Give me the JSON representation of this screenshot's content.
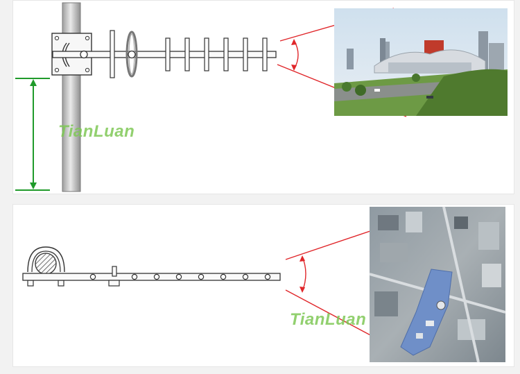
{
  "watermark": {
    "top_text": "TianLuan",
    "bottom_text": "TianLuan",
    "color": "#7fc857"
  },
  "colors": {
    "beam_line": "#e0262a",
    "height_marker": "#1f9a2a",
    "outline": "#333333",
    "pole": "#b5b5b5"
  },
  "photos": {
    "top": {
      "description_icon": "city-skyline-photo"
    },
    "bottom": {
      "description_icon": "aerial-city-photo"
    }
  }
}
